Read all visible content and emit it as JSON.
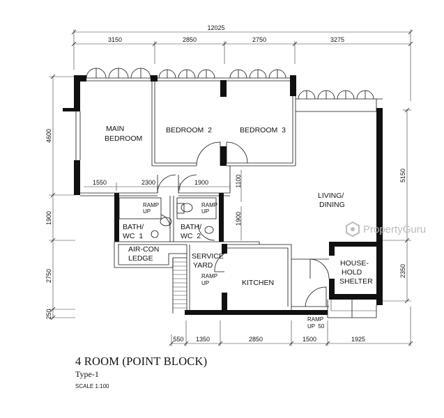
{
  "plan": {
    "title": "4 ROOM (POINT BLOCK)",
    "subtitle": "Type-1",
    "scale": "SCALE 1:100"
  },
  "dimensions": {
    "overall": "12025",
    "top": [
      "3150",
      "2850",
      "2750",
      "3275"
    ],
    "left": [
      "4600",
      "1900",
      "2750",
      "250"
    ],
    "right": [
      "5150",
      "2350"
    ],
    "bottom": [
      "550",
      "1350",
      "2850",
      "1500",
      "1925"
    ],
    "inner": {
      "d1550": "1550",
      "d2300": "2300",
      "d1900a": "1900",
      "d1100": "1100",
      "d1900b": "1900"
    }
  },
  "rooms": {
    "main_bedroom": [
      "MAIN",
      "BEDROOM"
    ],
    "bedroom2": "BEDROOM  2",
    "bedroom3": "BEDROOM  3",
    "living": [
      "LIVING/",
      "DINING"
    ],
    "bath1": [
      "BATH/",
      "WC  1"
    ],
    "bath2": [
      "BATH/",
      "WC  2"
    ],
    "aircon": [
      "AIR-CON",
      "LEDGE"
    ],
    "service": [
      "SERVICE",
      "YARD"
    ],
    "kitchen": "KITCHEN",
    "shelter": [
      "HOUSE-",
      "HOLD",
      "SHELTER"
    ],
    "ramp_bath1": [
      "RAMP",
      "UP"
    ],
    "ramp_bath2": [
      "RAMP",
      "UP"
    ],
    "ramp_service": [
      "RAMP",
      "UP"
    ],
    "ramp_entry": [
      "RAMP",
      "UP  50"
    ]
  },
  "watermark": "PropertyGuru"
}
